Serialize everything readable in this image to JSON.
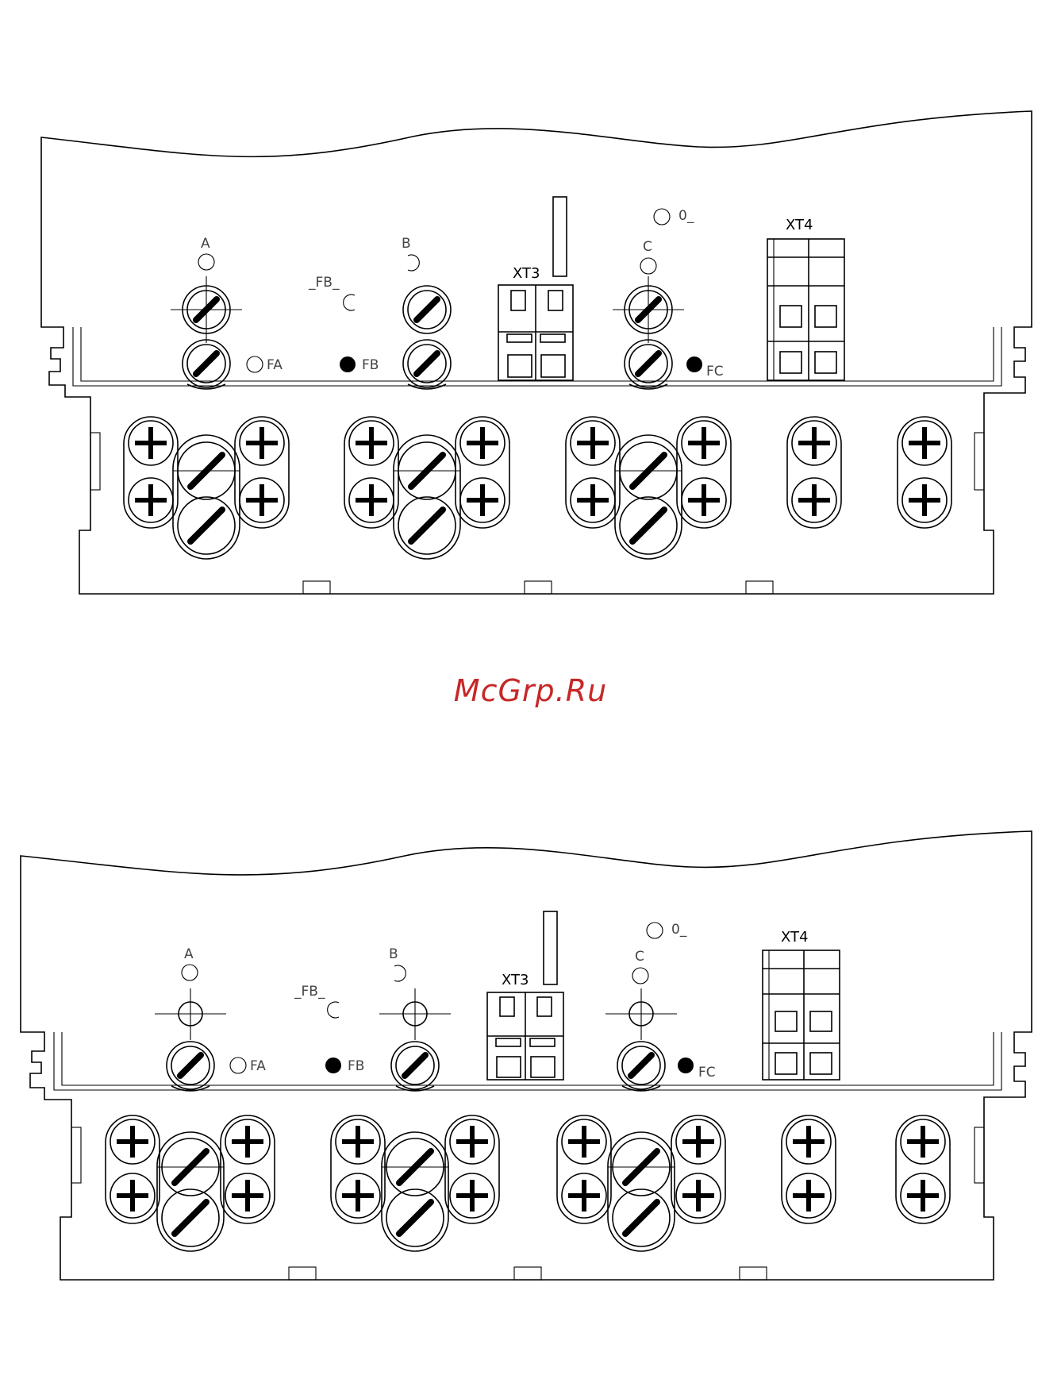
{
  "watermark": "McGrp.Ru",
  "colors": {
    "line": "#000000",
    "watermark": "#c62828",
    "label": "#444444"
  },
  "diagram_top": {
    "label_a": "A",
    "label_b": "B",
    "label_c": "C",
    "label_fb_top": "_FB_",
    "label_o": "0_",
    "label_xt3": "XT3",
    "label_xt4": "XT4",
    "label_fa": "FA",
    "label_fb": "FB",
    "label_fc": "FC"
  },
  "diagram_bottom": {
    "label_a": "A",
    "label_b": "B",
    "label_c": "C",
    "label_fb_top": "_FB_",
    "label_o": "0_",
    "label_xt3": "XT3",
    "label_xt4": "XT4",
    "label_fa": "FA",
    "label_fb": "FB",
    "label_fc": "FC"
  }
}
